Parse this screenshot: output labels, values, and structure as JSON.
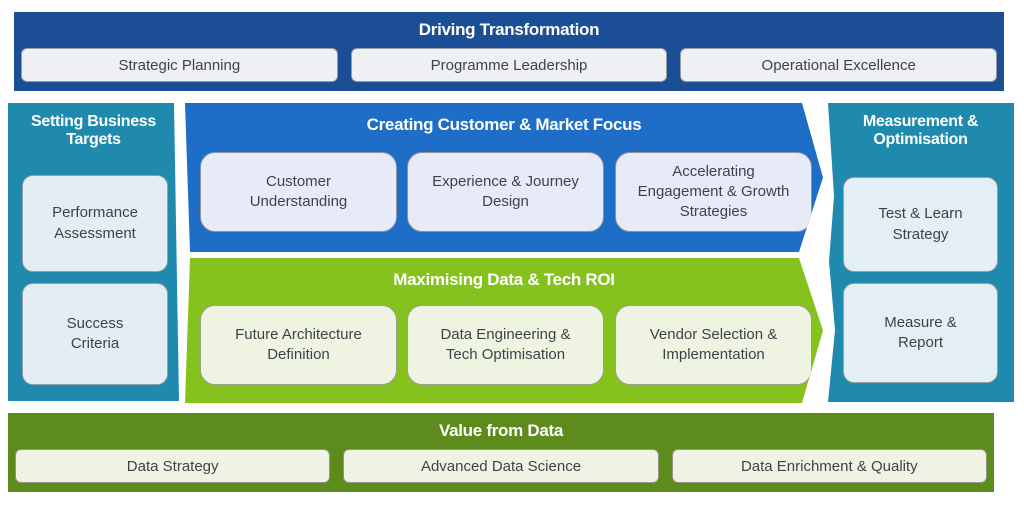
{
  "colors": {
    "navy": "#1b4e95",
    "bright_blue": "#1e6dc7",
    "teal": "#1f8aad",
    "lime_green": "#85c21d",
    "olive_green": "#5e8c1c",
    "card_light": "#eef0f3",
    "title_text": "#ffffff",
    "card_text": "#3e434a"
  },
  "top_bar": {
    "title": "Driving Transformation",
    "items": [
      "Strategic Planning",
      "Programme Leadership",
      "Operational Excellence"
    ]
  },
  "left_column": {
    "title": "Setting Business Targets",
    "items": [
      "Performance Assessment",
      "Success Criteria"
    ]
  },
  "customer_section": {
    "title": "Creating Customer & Market Focus",
    "items": [
      "Customer Understanding",
      "Experience & Journey Design",
      "Accelerating Engagement & Growth Strategies"
    ]
  },
  "data_tech_section": {
    "title": "Maximising Data & Tech ROI",
    "items": [
      "Future Architecture Definition",
      "Data Engineering & Tech Optimisation",
      "Vendor Selection & Implementation"
    ]
  },
  "right_column": {
    "title": "Measurement & Optimisation",
    "items": [
      "Test & Learn Strategy",
      "Measure & Report"
    ]
  },
  "bottom_bar": {
    "title": "Value from Data",
    "items": [
      "Data Strategy",
      "Advanced Data Science",
      "Data Enrichment & Quality"
    ]
  }
}
